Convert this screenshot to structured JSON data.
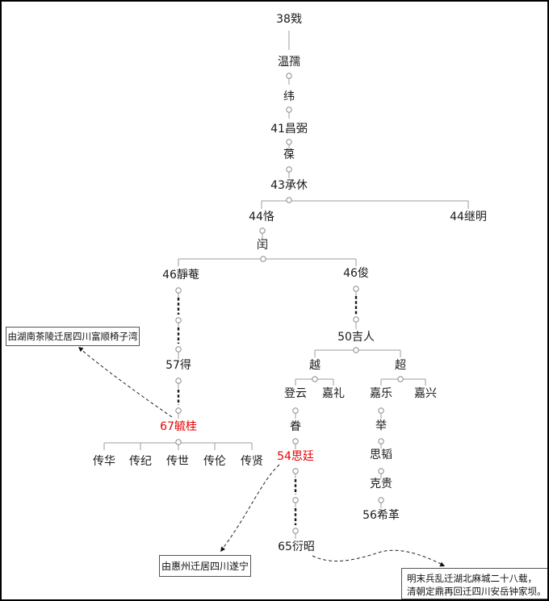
{
  "diagram": {
    "title": "钟氏世系图 (family lineage diagram)",
    "nodes": {
      "gen38": "38戣",
      "wenru": "温孺",
      "wei": "纬",
      "changbi": "41昌弼",
      "bao": "葆",
      "chengxiu": "43承休",
      "ke": "44恪",
      "jiming": "44继明",
      "run": "闰",
      "jingan": "46靜菴",
      "jun": "46俊",
      "de": "57得",
      "yugui": "67毓桂",
      "chuanhua": "传华",
      "chuanji": "传纪",
      "chuanshi": "传世",
      "chuanlun": "传伦",
      "chuanxian": "传贤",
      "jiren": "50吉人",
      "yue": "越",
      "chao": "超",
      "dengyun": "登云",
      "jiali": "嘉礼",
      "jiale": "嘉乐",
      "jiaxing": "嘉兴",
      "juan": "眷",
      "siting": "54思廷",
      "yanzhao": "65衍昭",
      "ju": "举",
      "sitao": "思韬",
      "kegui": "克贵",
      "xige": "56希革"
    },
    "highlighted_nodes": [
      "67毓桂",
      "54思廷"
    ],
    "notes": {
      "note1": "由湖南茶陵迁居四川富顺椅子湾",
      "note2": "由惠州迁居四川遂宁",
      "note3_line1": "明末兵乱迁湖北麻城二十八载，",
      "note3_line2": "清朝定鼎再回迁四川安岳钟家坝。"
    },
    "colors": {
      "highlight": "#e60000",
      "line": "#9c9c9c",
      "dots": "#1a1a1a",
      "text": "#1a1a1a"
    }
  }
}
